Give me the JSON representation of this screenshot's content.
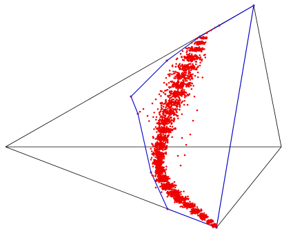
{
  "chart_data": {
    "type": "scatter",
    "grid": false,
    "title": "",
    "xlabel": "",
    "ylabel": "",
    "colors": {
      "frame": "#000000",
      "hull": "#0000cc",
      "hull_vertex": "#6a1fa0",
      "points": "#ee0000",
      "background": "#ffffff"
    },
    "frame_vertices": [
      [
        8,
        213
      ],
      [
        368,
        8
      ],
      [
        408,
        213
      ],
      [
        314,
        330
      ]
    ],
    "frame_edges": [
      [
        0,
        1
      ],
      [
        1,
        2
      ],
      [
        2,
        3
      ],
      [
        3,
        0
      ],
      [
        0,
        2
      ],
      [
        1,
        3
      ]
    ],
    "hull_vertices": [
      [
        190,
        140
      ],
      [
        242,
        88
      ],
      [
        290,
        53
      ],
      [
        318,
        37
      ],
      [
        368,
        8
      ],
      [
        314,
        330
      ],
      [
        243,
        303
      ],
      [
        219,
        250
      ],
      [
        200,
        165
      ]
    ],
    "cloud_path": [
      [
        296,
        55,
        5,
        1,
        40
      ],
      [
        290,
        62,
        7,
        2,
        60
      ],
      [
        284,
        72,
        10,
        3,
        90
      ],
      [
        278,
        84,
        13,
        4,
        110
      ],
      [
        272,
        97,
        15,
        4,
        120
      ],
      [
        266,
        110,
        16,
        5,
        125
      ],
      [
        260,
        123,
        16,
        5,
        125
      ],
      [
        255,
        136,
        15,
        5,
        120
      ],
      [
        250,
        149,
        14,
        5,
        115
      ],
      [
        245,
        162,
        13,
        5,
        110
      ],
      [
        241,
        175,
        12,
        5,
        110
      ],
      [
        238,
        188,
        11,
        5,
        110
      ],
      [
        235,
        200,
        9,
        5,
        110
      ],
      [
        232,
        212,
        8,
        5,
        110
      ],
      [
        230,
        224,
        7,
        5,
        120
      ],
      [
        230,
        236,
        6,
        5,
        140
      ],
      [
        232,
        248,
        6,
        5,
        160
      ],
      [
        236,
        259,
        7,
        4,
        160
      ],
      [
        243,
        270,
        8,
        4,
        160
      ],
      [
        252,
        280,
        8,
        4,
        150
      ],
      [
        262,
        289,
        8,
        4,
        140
      ],
      [
        273,
        298,
        7,
        3,
        130
      ],
      [
        284,
        306,
        6,
        3,
        120
      ],
      [
        295,
        314,
        5,
        3,
        110
      ],
      [
        304,
        321,
        4,
        2,
        90
      ],
      [
        311,
        327,
        3,
        2,
        60
      ]
    ],
    "outliers": [
      [
        203,
        162
      ],
      [
        208,
        158
      ],
      [
        214,
        168
      ],
      [
        221,
        150
      ],
      [
        226,
        144
      ],
      [
        233,
        132
      ],
      [
        238,
        120
      ],
      [
        244,
        108
      ],
      [
        250,
        96
      ],
      [
        256,
        86
      ],
      [
        262,
        78
      ],
      [
        270,
        70
      ],
      [
        278,
        62
      ],
      [
        286,
        56
      ],
      [
        300,
        48
      ],
      [
        306,
        44
      ],
      [
        312,
        40
      ],
      [
        282,
        140
      ],
      [
        286,
        160
      ],
      [
        280,
        175
      ],
      [
        276,
        195
      ],
      [
        270,
        210
      ],
      [
        268,
        225
      ],
      [
        262,
        240
      ],
      [
        258,
        226
      ],
      [
        264,
        200
      ],
      [
        254,
        186
      ],
      [
        258,
        168
      ],
      [
        272,
        152
      ],
      [
        277,
        124
      ],
      [
        283,
        110
      ],
      [
        290,
        95
      ],
      [
        296,
        80
      ],
      [
        294,
        70
      ],
      [
        226,
        272
      ],
      [
        226,
        262
      ],
      [
        222,
        255
      ],
      [
        268,
        296
      ],
      [
        262,
        292
      ],
      [
        252,
        286
      ]
    ]
  }
}
